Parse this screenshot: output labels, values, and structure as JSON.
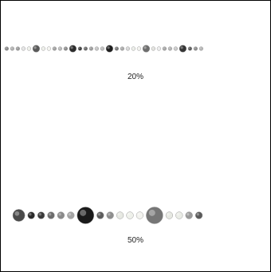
{
  "swatch_rows": [
    {
      "label": "20%",
      "swatches": [
        {
          "shade": "#8a8a8a",
          "size": "small"
        },
        {
          "shade": "#b0b0b0",
          "size": "small"
        },
        {
          "shade": "#9a9a9a",
          "size": "small"
        },
        {
          "shade": "#e4e4e4",
          "size": "small"
        },
        {
          "shade": "#eef0ea",
          "size": "small"
        },
        {
          "shade": "#5a5a5a",
          "size": "medium"
        },
        {
          "shade": "#eef0ea",
          "size": "small"
        },
        {
          "shade": "#f4f4f0",
          "size": "small"
        },
        {
          "shade": "#a0a0a0",
          "size": "small"
        },
        {
          "shade": "#b8b8b8",
          "size": "small"
        },
        {
          "shade": "#8c8c8c",
          "size": "small"
        },
        {
          "shade": "#2c2c2c",
          "size": "medium"
        },
        {
          "shade": "#404040",
          "size": "small"
        },
        {
          "shade": "#6a6a6a",
          "size": "small"
        },
        {
          "shade": "#9c9c9c",
          "size": "small"
        },
        {
          "shade": "#c4c4c4",
          "size": "small"
        },
        {
          "shade": "#bdbdbd",
          "size": "small"
        },
        {
          "shade": "#1e1e1e",
          "size": "medium"
        },
        {
          "shade": "#7a7a7a",
          "size": "small"
        },
        {
          "shade": "#a8a8a8",
          "size": "small"
        },
        {
          "shade": "#d6d6d6",
          "size": "small"
        },
        {
          "shade": "#eceee8",
          "size": "small"
        },
        {
          "shade": "#f2f2ee",
          "size": "small"
        },
        {
          "shade": "#6e6e6e",
          "size": "medium"
        },
        {
          "shade": "#e2e2de",
          "size": "small"
        },
        {
          "shade": "#ececec",
          "size": "small"
        },
        {
          "shade": "#a6a6a6",
          "size": "small"
        },
        {
          "shade": "#b4b4b4",
          "size": "small"
        },
        {
          "shade": "#c8c8c8",
          "size": "small"
        },
        {
          "shade": "#353535",
          "size": "medium"
        },
        {
          "shade": "#5c5c5c",
          "size": "small"
        },
        {
          "shade": "#8e8e8e",
          "size": "small"
        },
        {
          "shade": "#b6b6b6",
          "size": "small"
        }
      ]
    },
    {
      "label": "50%",
      "swatches": [
        {
          "shade": "#4a4a4a",
          "size": "medium"
        },
        {
          "shade": "#2a2a2a",
          "size": "small"
        },
        {
          "shade": "#3a3a3a",
          "size": "small"
        },
        {
          "shade": "#6c6c6c",
          "size": "small"
        },
        {
          "shade": "#8a8a8a",
          "size": "small"
        },
        {
          "shade": "#a4a4a4",
          "size": "small"
        },
        {
          "shade": "#1a1a1a",
          "size": "large"
        },
        {
          "shade": "#5c5c5c",
          "size": "small"
        },
        {
          "shade": "#8e8e8e",
          "size": "small"
        },
        {
          "shade": "#e6e8e2",
          "size": "small"
        },
        {
          "shade": "#eef0ea",
          "size": "small"
        },
        {
          "shade": "#f2f2ee",
          "size": "small"
        },
        {
          "shade": "#767676",
          "size": "large"
        },
        {
          "shade": "#e6e8e2",
          "size": "small"
        },
        {
          "shade": "#eaece6",
          "size": "small"
        },
        {
          "shade": "#9a9a9a",
          "size": "small"
        },
        {
          "shade": "#5a5a5a",
          "size": "small"
        }
      ]
    }
  ]
}
